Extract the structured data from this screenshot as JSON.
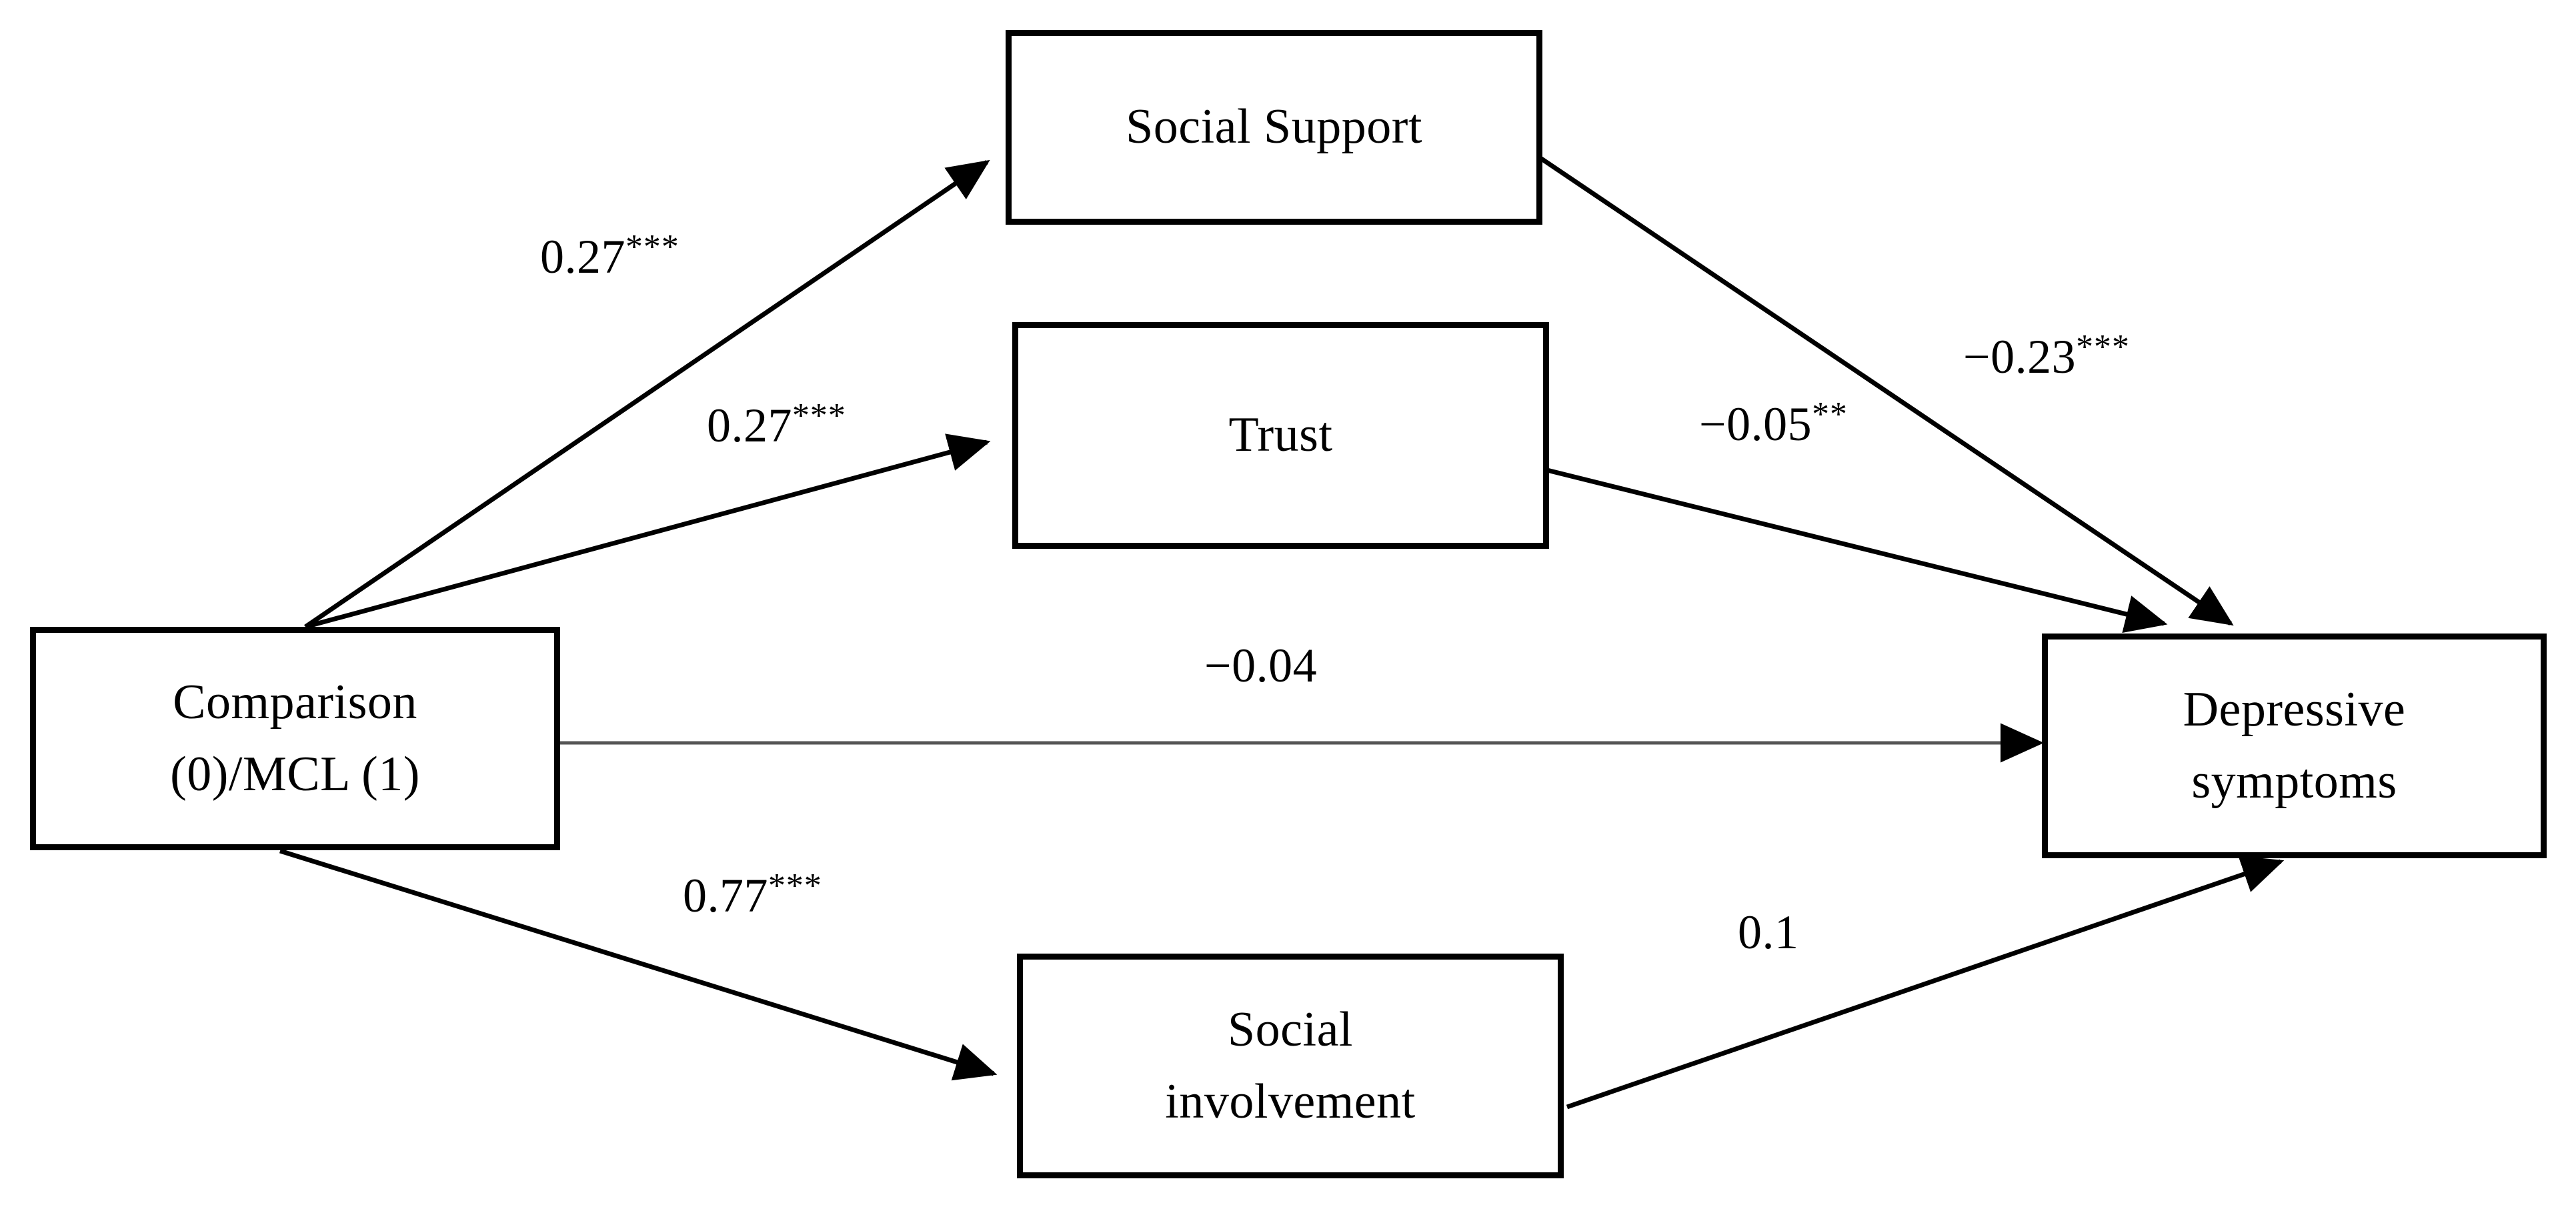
{
  "figure": {
    "type": "path-diagram",
    "background_color": "#ffffff",
    "line_color": "#000000",
    "text_color": "#000000"
  },
  "nodes": [
    {
      "id": "predictor",
      "label_line1": "Comparison",
      "label_line2": "(0)/MCL (1)"
    },
    {
      "id": "social-support",
      "label_line1": "Social Support",
      "label_line2": ""
    },
    {
      "id": "trust",
      "label_line1": "Trust",
      "label_line2": ""
    },
    {
      "id": "social-involvement",
      "label_line1": "Social",
      "label_line2": "involvement"
    },
    {
      "id": "outcome",
      "label_line1": "Depressive",
      "label_line2": "symptoms"
    }
  ],
  "edges": [
    {
      "id": "predictor-to-social-support",
      "from": "predictor",
      "to": "social-support",
      "coefficient": "0.27",
      "stars": "***",
      "significance": "p<0.001",
      "value": 0.27
    },
    {
      "id": "predictor-to-trust",
      "from": "predictor",
      "to": "trust",
      "coefficient": "0.27",
      "stars": "***",
      "significance": "p<0.001",
      "value": 0.27
    },
    {
      "id": "social-support-to-outcome",
      "from": "social-support",
      "to": "outcome",
      "coefficient": "−0.23",
      "stars": "***",
      "significance": "p<0.001",
      "value": -0.23
    },
    {
      "id": "trust-to-outcome",
      "from": "trust",
      "to": "outcome",
      "coefficient": "−0.05",
      "stars": "**",
      "significance": "p<0.01",
      "value": -0.05
    },
    {
      "id": "predictor-to-outcome-direct",
      "from": "predictor",
      "to": "outcome",
      "coefficient": "−0.04",
      "stars": "",
      "significance": "n.s.",
      "value": -0.04
    },
    {
      "id": "predictor-to-social-involvement",
      "from": "predictor",
      "to": "social-involvement",
      "coefficient": "0.77",
      "stars": "***",
      "significance": "p<0.001",
      "value": 0.77
    },
    {
      "id": "social-involvement-to-outcome",
      "from": "social-involvement",
      "to": "outcome",
      "coefficient": "0.1",
      "stars": "",
      "significance": "n.s.",
      "value": 0.1
    }
  ],
  "chart_data": {
    "type": "diagram",
    "title": "",
    "categories": [
      "Comparison (0)/MCL (1) → Social Support",
      "Comparison (0)/MCL (1) → Trust",
      "Comparison (0)/MCL (1) → Social involvement",
      "Comparison (0)/MCL (1) → Depressive symptoms",
      "Social Support → Depressive symptoms",
      "Trust → Depressive symptoms",
      "Social involvement → Depressive symptoms"
    ],
    "values": [
      0.27,
      0.27,
      0.77,
      -0.04,
      -0.23,
      -0.05,
      0.1
    ],
    "labels": [
      "0.27***",
      "0.27***",
      "0.77***",
      "−0.04",
      "−0.23***",
      "−0.05**",
      "0.1"
    ]
  }
}
